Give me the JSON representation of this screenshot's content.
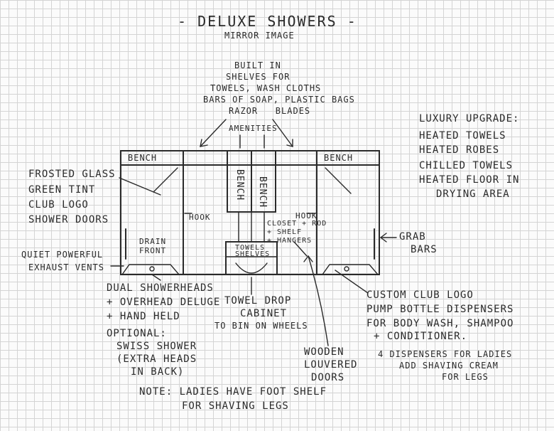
{
  "title": "- Deluxe Showers -",
  "subtitle": "Mirror Image",
  "shelves_note": [
    "Built in",
    "shelves for",
    "towels, wash cloths",
    "bars of soap, plastic bags",
    "razor   blades"
  ],
  "amenities": "Amenities",
  "bench_labels": {
    "left": "Bench",
    "right": "Bench",
    "center_left": "Bench",
    "center_right": "Bench"
  },
  "luxury": [
    "Luxury upgrade:",
    "heated towels",
    "heated robes",
    "chilled towels",
    "heated floor in",
    "drying area"
  ],
  "doors_note": [
    "Frosted glass",
    "green tint",
    "club logo",
    "shower doors"
  ],
  "hook_left": "Hook",
  "hook_right": "Hook",
  "drain": [
    "Drain",
    "front"
  ],
  "closet": [
    "Closet + rod",
    "+ shelf",
    "+ hangers"
  ],
  "towels_shelves": [
    "Towels",
    "shelves"
  ],
  "grab_bars": [
    "Grab",
    "bars"
  ],
  "exhaust": [
    "Quiet powerful",
    "exhaust vents"
  ],
  "showerheads": [
    "Dual showerheads",
    "+ overhead deluge",
    "+ hand held"
  ],
  "optional": [
    "Optional:",
    "Swiss shower",
    "(extra heads",
    "in back)"
  ],
  "towel_drop": [
    "Towel drop",
    "cabinet",
    "to bin on wheels"
  ],
  "wooden_doors": [
    "Wooden",
    "louvered",
    "doors"
  ],
  "dispensers": [
    "Custom club logo",
    "pump bottle dispensers",
    "for body wash, shampoo",
    "+ conditioner.",
    "4 dispensers for ladies",
    "add shaving cream",
    "for legs"
  ],
  "note": [
    "Note: ladies have foot shelf",
    "for shaving legs"
  ]
}
